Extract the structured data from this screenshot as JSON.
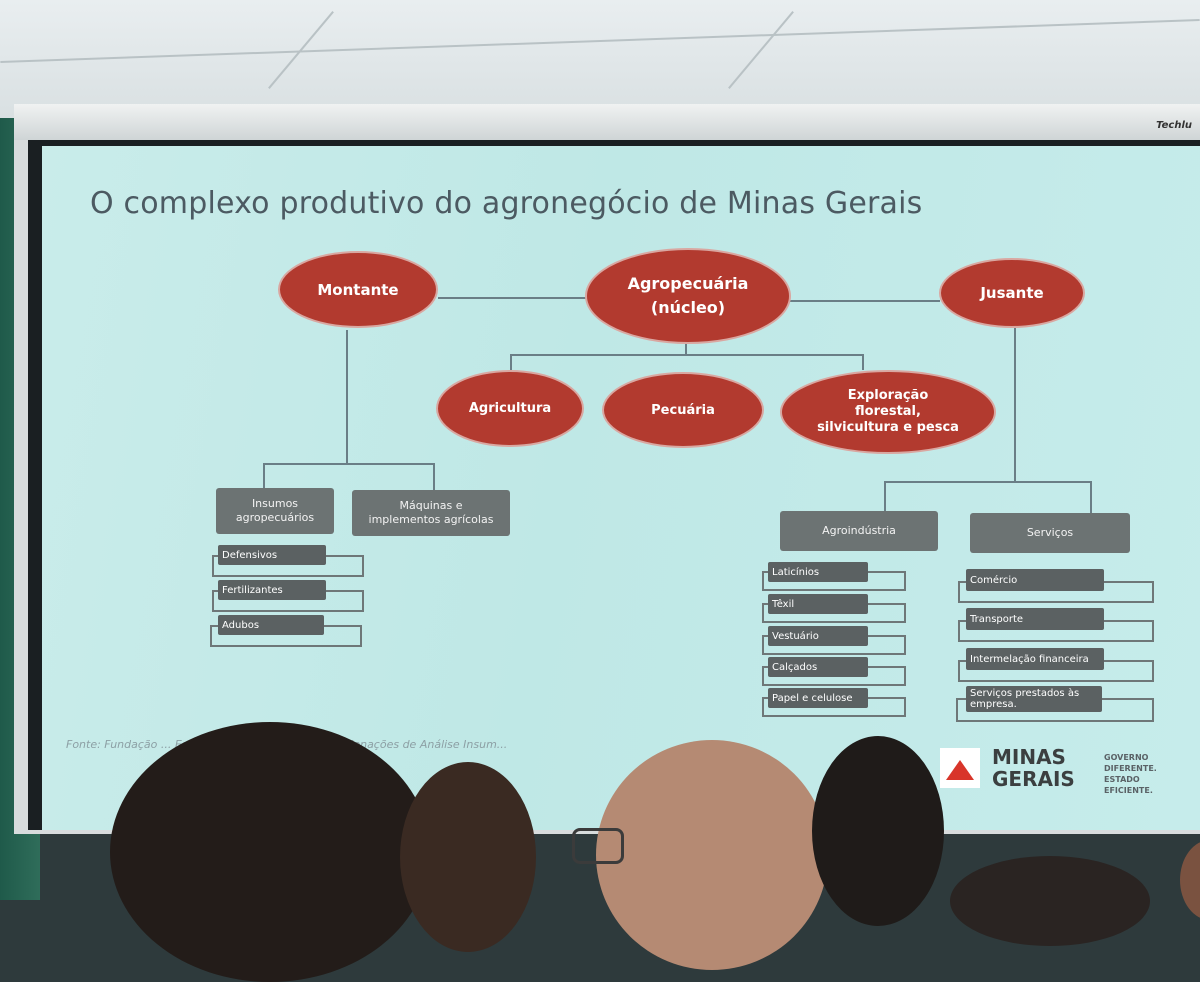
{
  "slide": {
    "title": "O complexo produtivo do agronegócio de Minas Gerais",
    "nodes": {
      "montante": "Montante",
      "nucleo": "Agropecuária\n(núcleo)",
      "jusante": "Jusante",
      "agricultura": "Agricultura",
      "pecuaria": "Pecuária",
      "exploracao": "Exploração\nflorestal,\nsilvicultura e pesca"
    },
    "montante_children": [
      "Insumos\nagropecuários",
      "Máquinas e\nimplementos agrícolas"
    ],
    "insumos_items": [
      "Defensivos",
      "Fertilizantes",
      "Adubos"
    ],
    "jusante_children": [
      "Agroindústria",
      "Serviços"
    ],
    "agroindustria_items": [
      "Laticínios",
      "Têxil",
      "Vestuário",
      "Calçados",
      "Papel e celulose"
    ],
    "servicos_items": [
      "Comércio",
      "Transporte",
      "Intermelação financeira",
      "Serviços prestados às\nempresa."
    ],
    "source": "Fonte: Fundação ... Estatística e Informações, Coordenações de\nAnálise Insum...",
    "logo": {
      "name": "MINAS\nGERAIS",
      "tagline": "GOVERNO\nDIFERENTE.\nESTADO\nEFICIENTE."
    }
  },
  "projector_brand": "Techlu",
  "colors": {
    "oval": "#b23a2f",
    "box": "#6c7373",
    "slide_bg": "#c6eceb"
  }
}
